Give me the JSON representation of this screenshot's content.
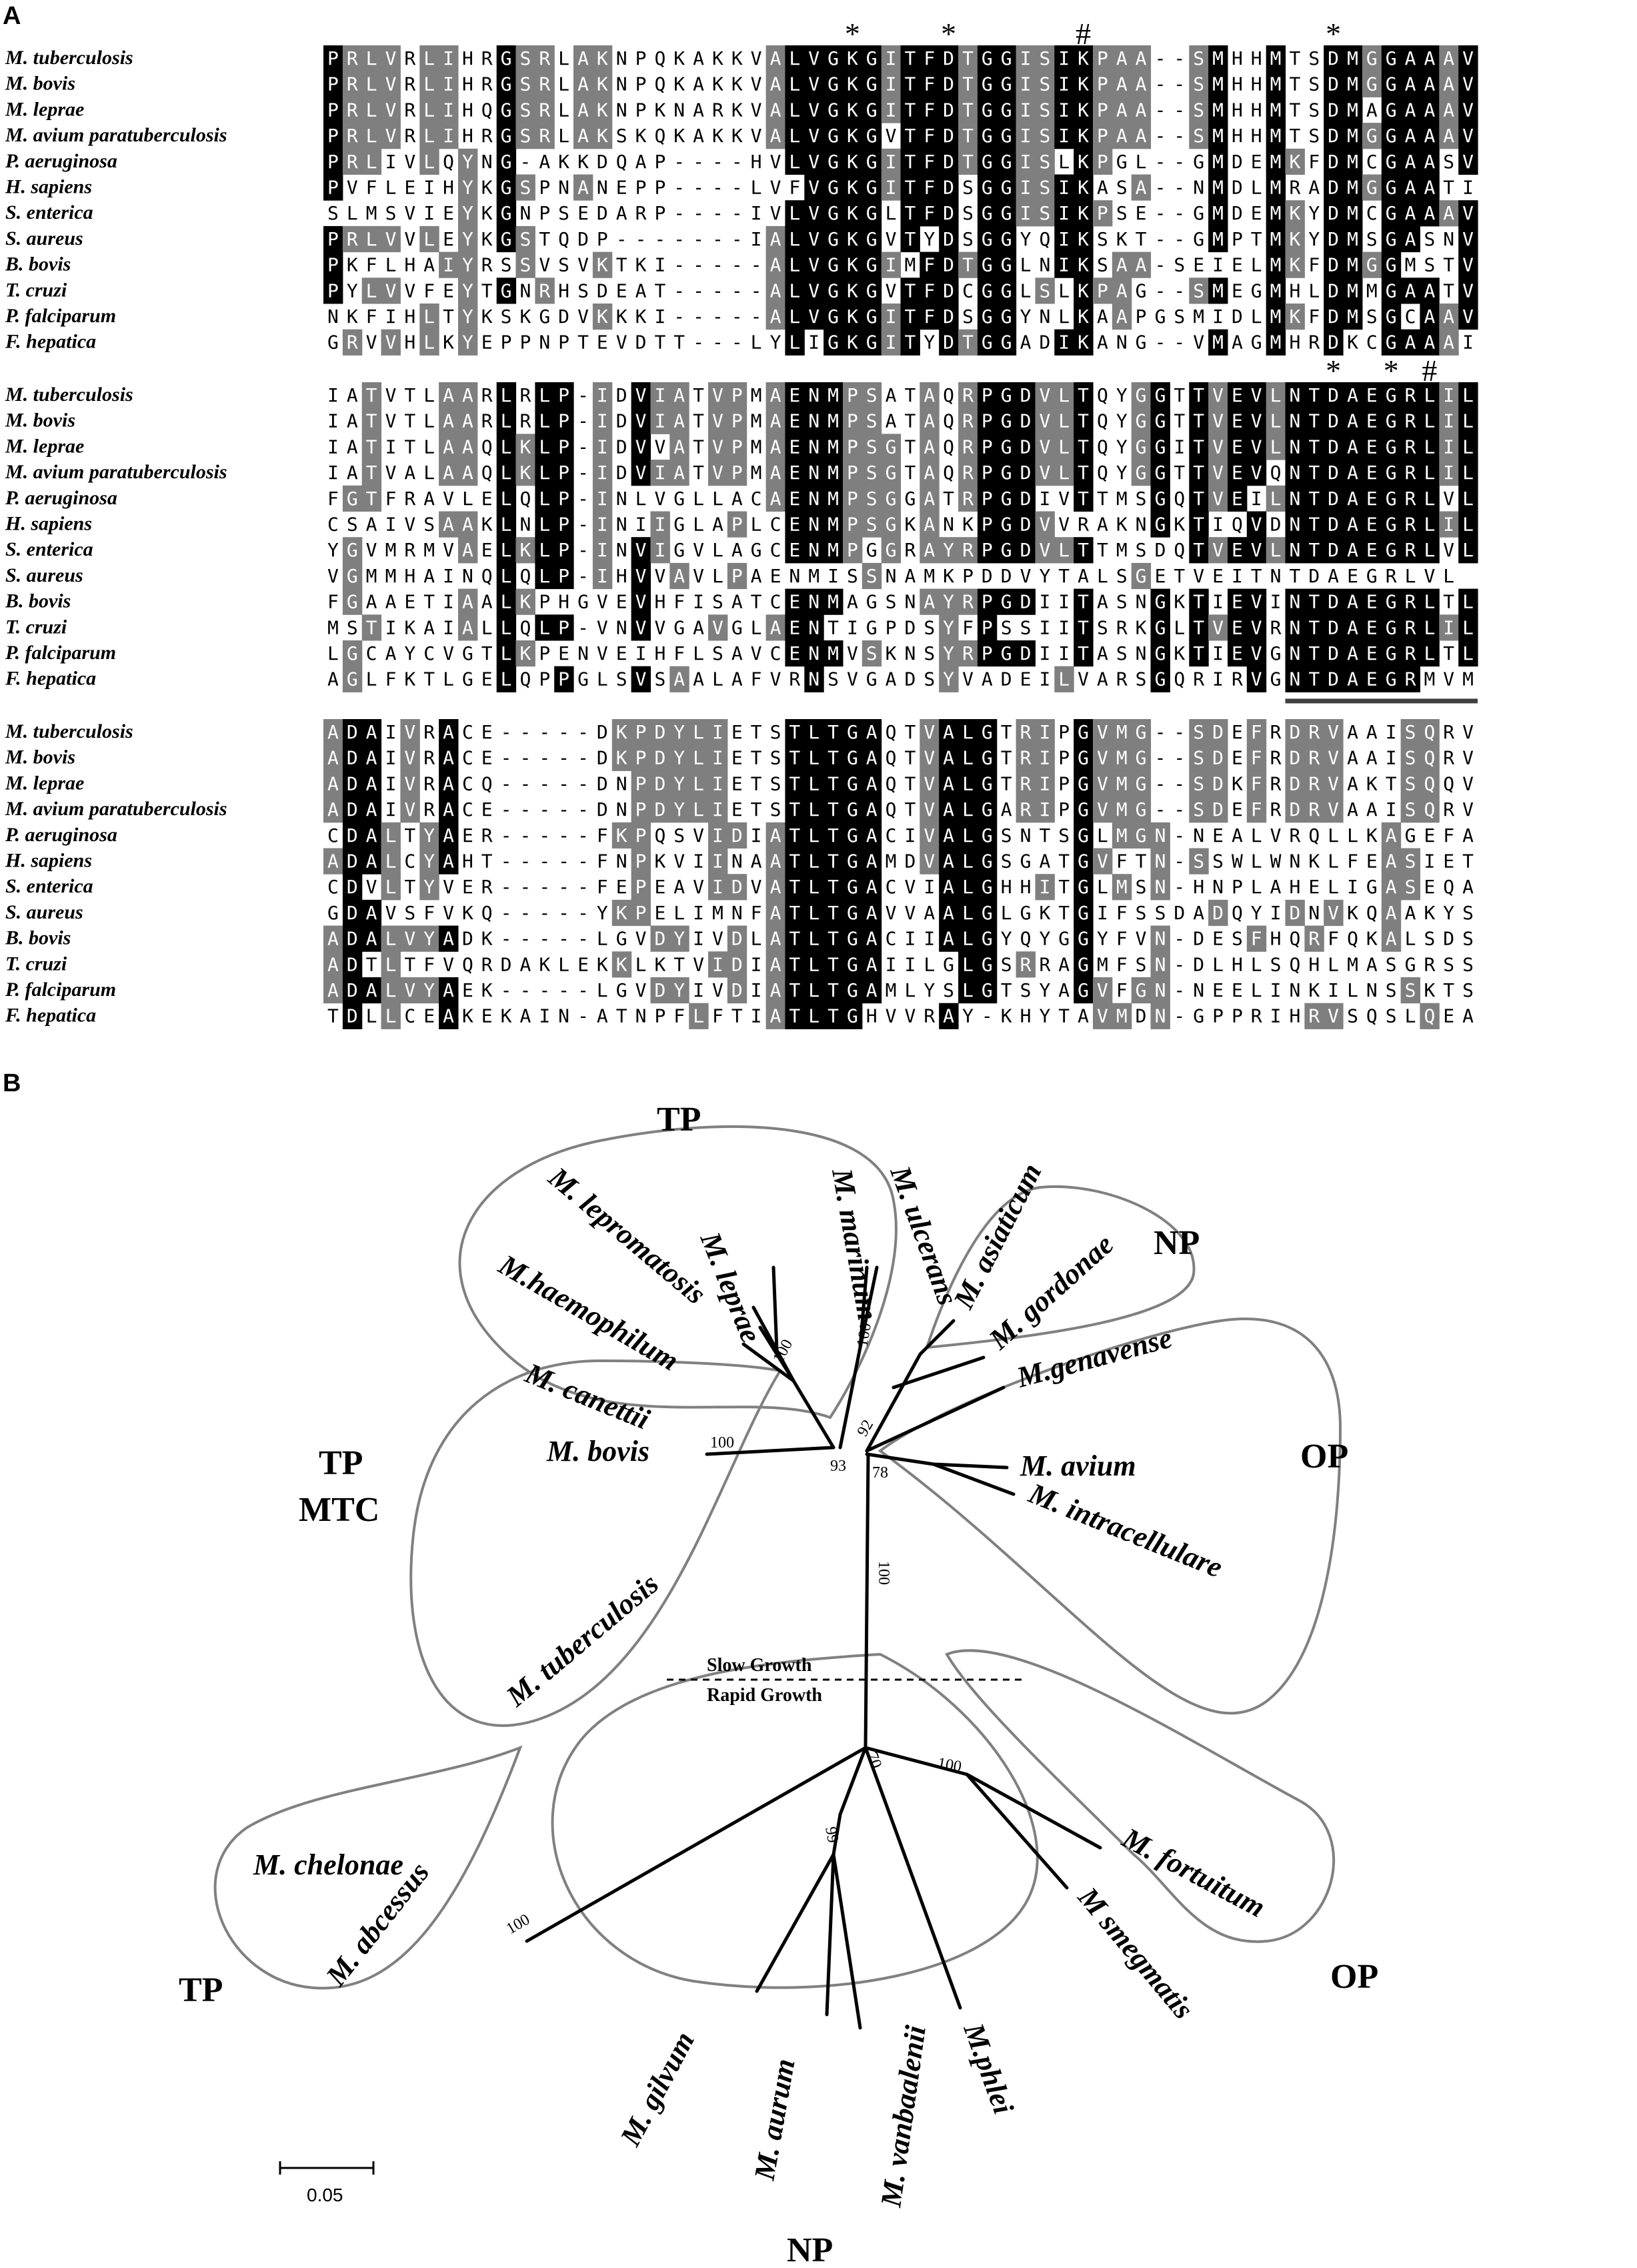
{
  "panel_a": {
    "label": "A",
    "species": [
      "M. tuberculosis",
      "M. bovis",
      "M. leprae",
      "M. avium paratuberculosis",
      "P. aeruginosa",
      "H. sapiens",
      "S. enterica",
      "S. aureus",
      "B. bovis",
      "T. cruzi",
      "P. falciparum",
      "F. hepatica"
    ],
    "blocks": [
      {
        "sequences": [
          "PRLVRLIHRGSRLAKNPQKAKKVALVGKGITFDTGGISIKPAA--SMHHMTSDMGGAAAV",
          "PRLVRLIHRGSRLAKNPQKAKKVALVGKGITFDTGGISIKPAA--SMHHMTSDMGGAAAV",
          "PRLVRLIHQGSRLAKNPKNARKVALVGKGITFDTGGISIKPAA--SMHHMTSDMAGAAAV",
          "PRLVRLIHRGSRLAKSKQKAKKVALVGKGVTFDTGGISIKPAA--SMHHMTSDMGGAAAV",
          "PRLIVLQYNG-AKKDQAP----HVLVGKGITFDTGGISLKPGL--GMDEMKFDMCGAASV",
          "PVFLEIHYKGSPNANEPP----LVFVGKGITFDSGGISIKASA--NMDLMRADMGGAATI",
          "SLMSVIEYKGNPSEDARP----IVLVGKGLTFDSGGISIKPSE--GMDEMKYDMCGAAAV",
          "PRLVVLEYKGSTQDP-------IALVGKGVTYDSGGYQIKSKT--GMPTMKYDMSGASNV",
          "PKFLHAIYRSSVSVKTKI-----ALVGKGIMFDTGGLNIKSAA-SEIELMKFDMGGMSTV",
          "PYLVVFEYTGNRHSDEAT-----ALVGKGVTFDCGGLSLKPAG--SMEGMHLDMMGAATV",
          "NKFIHLTYKSKGDVKKKI-----ALVGKGITFDSGGYNLKAAPGSMIDLMKFDMSGCAAV",
          "GRVVHLKYEPPNPTEVDTT---LYLIGKGITYDTGGADIKANG--VMAGMHRDKCGAAAI"
        ],
        "markers": [
          {
            "char": "*",
            "col": 27
          },
          {
            "char": "*",
            "col": 32
          },
          {
            "char": "#",
            "col": 39
          },
          {
            "char": "*",
            "col": 52
          }
        ]
      },
      {
        "sequences": [
          "IATVTLAARLRLP-IDVIATVPMAENMPSATAQRPGDVLTQYGGTTVEVLNTDAEGRLIL",
          "IATVTLAARLRLP-IDVIATVPMAENMPSATAQRPGDVLTQYGGTTVEVLNTDAEGRLIL",
          "IATITLAAQLKLP-IDVVATVPMAENMPSGTAQRPGDVLTQYGGITVEVLNTDAEGRLIL",
          "IATVALAAQLKLP-IDVIATVPMAENMPSGTAQRPGDVLTQYGGTTVEVQNTDAEGRLIL",
          "FGTFRAVLELQLP-INLVGLLACAENMPSGGATRPGDIVTTMSGQTVEILNTDAEGRLVL",
          "CSAIVSAAKLNLP-INIIGLAPLCENMPSGKANKPGDVVRAKNGKTIQVDNTDAEGRLIL",
          "YGVMRMVAELKLP-INVIGVLAGCENMPGGRAYRPGDVLTTMSDQTVEVLNTDAEGRLVL",
          "VGMMHAINQLQLP-IHVVAVLPAENMISSNAMKPDDVYTALSGETVEITNTDAEGRLVL",
          "FGAAETIAALKPHGVEVHFISATCENMAGSNAYRPGDIITASNGKTIEVINTDAEGRLTL",
          "MSTIKAIALLQLP-VNVVGAVGLAENTIGPDSYFPSSIITSRKGLTVEVRNTDAEGRLIL",
          "LGCAYCVGTLKPENVEIHFLSAVCENMVSKNSYRPGDIITASNGKTIEVGNTDAEGRLTL",
          "AGLFKTLGELQPPGLSVSAALAFVRNSVGADSYVADEILVARSGQRIRVGNTDAEGRMVM"
        ],
        "markers": [
          {
            "char": "*",
            "col": 52
          },
          {
            "char": "*",
            "col": 55
          },
          {
            "char": "#",
            "col": 57
          }
        ]
      },
      {
        "sequences": [
          "ADAIVRACE-----DKPDYLIETSTLTGAQTVALGTRIPGVMG--SDEFRDRVAAISQRV",
          "ADAIVRACE-----DKPDYLIETSTLTGAQTVALGTRIPGVMG--SDEFRDRVAAISQRV",
          "ADAIVRACQ-----DNPDYLIETSTLTGAQTVALGTRIPGVMG--SDKFRDRVAKTSQQV",
          "ADAIVRACE-----DNPDYLIETSTLTGAQTVALGARIPGVMG--SDEFRDRVAAISQRV",
          "CDALTYAER-----FKPQSVIDIATLTGACIVALGSNTSGLMGN-NEALVRQLLKAGEFA",
          "ADALCYAHT-----FNPKVIINAATLTGAMDVALGSGATGVFTN-SSWLWNKLFEASIET",
          "CDVLTYVER-----FEPEAVIDVATLTGACVIALGHHITGLMSN-HNPLAHELIGASEQA",
          "GDAVSFVKQ-----YKPELIMNFATLTGAVVAALGLGKTGIFSSDADQYIDNVKQAAKYS",
          "ADALVYADK-----LGVDYIVDLATLTGACIIALGYQYGGYFVN-DESFHQRFQKALSDS",
          "ADTLTFVQRDAKLEKKLKTVIDIATLTGAIILGLGSRRAGMFSN-DLHLSQHLMASGRSS",
          "ADALVYAEK-----LGVDYIVDIATLTGAMLYSLGTSYAGVFGN-NEELINKILNSSKTS",
          "TDLLCEAKEKAIN-ATNPFLFTIATLTGHVVRAY-KHYTAVMDN-GPPRIHRVSQSLQEA"
        ],
        "markers": []
      }
    ]
  },
  "panel_b": {
    "label": "B",
    "taxa": [
      "M. lepromatosis",
      "M. leprae",
      "M. marinum",
      "M. ulcerans",
      "M.haemophilum",
      "M. asiaticum",
      "M. gordonae",
      "M. canettii",
      "M. bovis",
      "M. tuberculosis",
      "M.genavense",
      "M. avium",
      "M. intracellulare",
      "M. chelonae",
      "M. abcessus",
      "M. gilvum",
      "M. aurum",
      "M. vanbaalenii",
      "M.phlei",
      "M. fortuitum",
      "M smegmatis"
    ],
    "groups": [
      "TP",
      "NP",
      "TP",
      "MTC",
      "OP",
      "TP",
      "NP",
      "OP"
    ],
    "bootstraps": [
      "100",
      "100",
      "92",
      "93",
      "100",
      "78",
      "100",
      "70",
      "100",
      "99",
      "100"
    ],
    "growth": [
      "Slow Growth",
      "Rapid Growth"
    ],
    "scale_label": "0.05"
  },
  "colors": {
    "black": "#000000",
    "gray": "#7f7f7f",
    "white": "#ffffff",
    "outline": "#808080",
    "underline": "#404040"
  }
}
